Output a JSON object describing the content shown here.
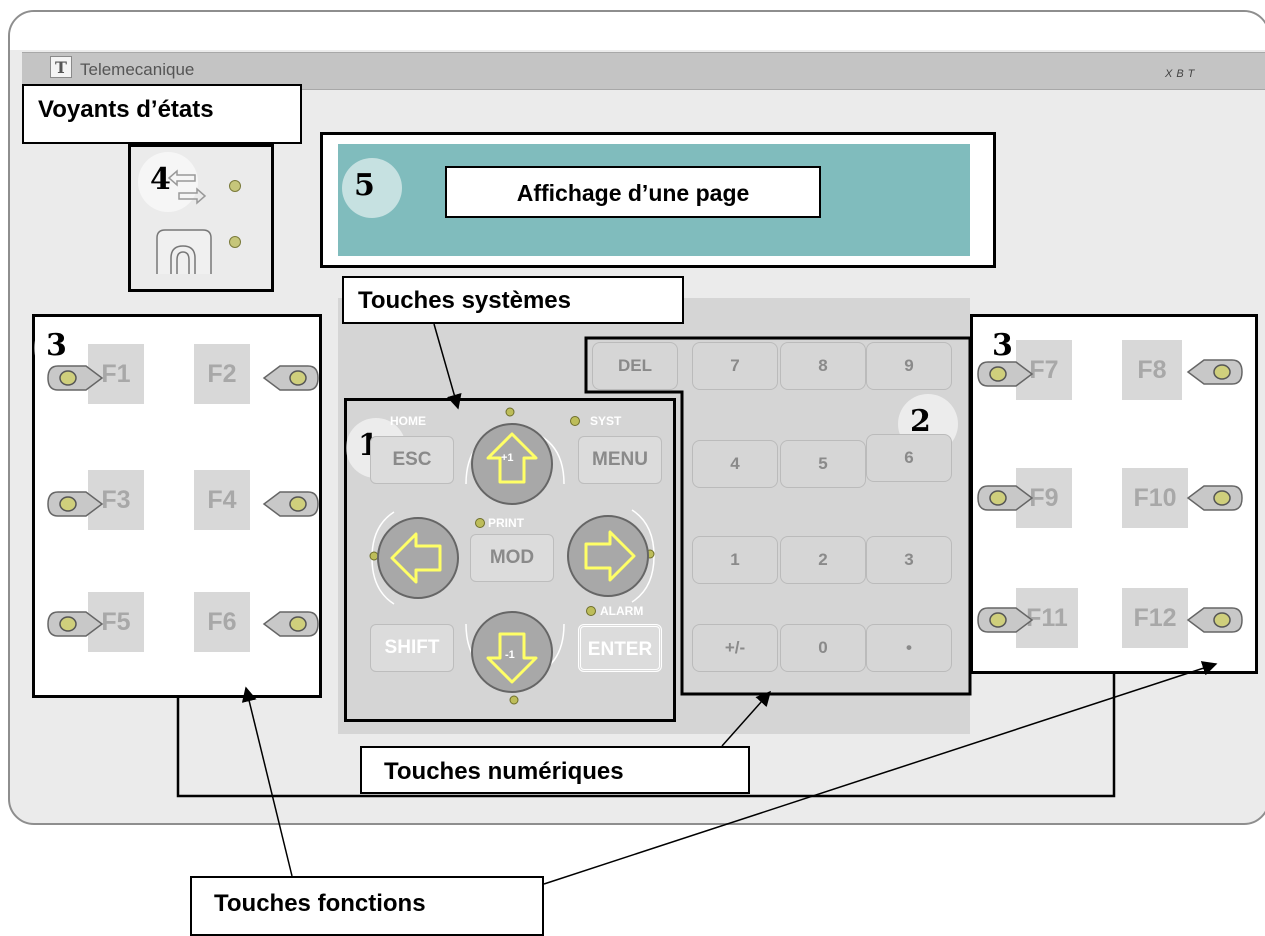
{
  "brand": {
    "logo_letter": "T",
    "name": "Telemecanique",
    "model": "XBT"
  },
  "callouts": {
    "status_lights": "Voyants d’états",
    "page_display": "Affichage d’une page",
    "system_keys": "Touches systèmes",
    "numeric_keys": "Touches numériques",
    "function_keys": "Touches fonctions"
  },
  "badges": {
    "system": "1",
    "numeric": "2",
    "function_left": "3",
    "function_right": "3",
    "status": "4",
    "display": "5"
  },
  "function_keys_left": [
    "F1",
    "F2",
    "F3",
    "F4",
    "F5",
    "F6"
  ],
  "function_keys_right": [
    "F7",
    "F8",
    "F9",
    "F10",
    "F11",
    "F12"
  ],
  "system_keys": {
    "home_label": "HOME",
    "esc": "ESC",
    "up_label": "+1",
    "syst_label": "SYST",
    "menu": "MENU",
    "print_label": "PRINT",
    "mod": "MOD",
    "alarm_label": "ALARM",
    "shift": "SHIFT",
    "down_label": "-1",
    "enter": "ENTER"
  },
  "numeric_keys": {
    "del": "DEL",
    "k7": "7",
    "k8": "8",
    "k9": "9",
    "k4": "4",
    "k5": "5",
    "k6": "6",
    "k1": "1",
    "k2": "2",
    "k3": "3",
    "plusminus": "+/-",
    "k0": "0",
    "dot": "•"
  },
  "colors": {
    "screen": "#80bcbd",
    "arrow_outline": "#ffff66",
    "panel": "#ebebeb",
    "keypad": "#d5d5d5"
  }
}
